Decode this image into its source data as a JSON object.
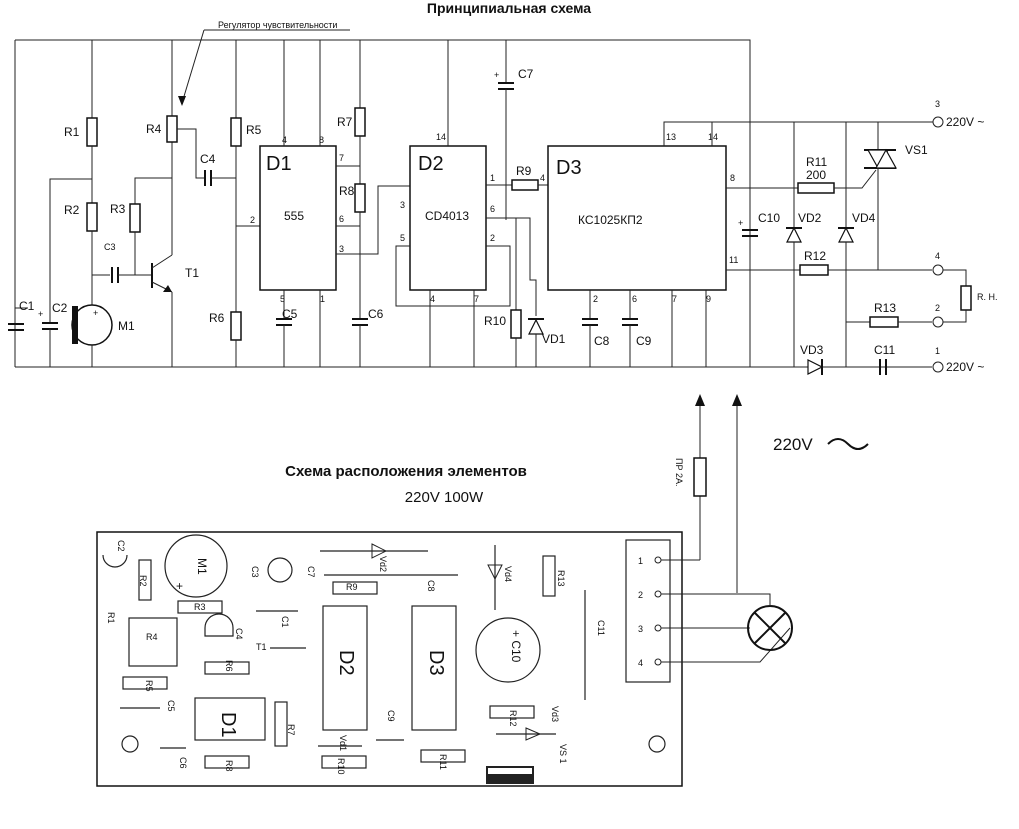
{
  "schematic": {
    "title": "Принципиальная схема",
    "sensitivity_label": "Регулятор чувствительности",
    "parts": {
      "R1": "R1",
      "R2": "R2",
      "R3": "R3",
      "R4": "R4",
      "R5": "R5",
      "R6": "R6",
      "R7": "R7",
      "R8": "R8",
      "R9": "R9",
      "R10": "R10",
      "R11": "R11",
      "R11_value": "200",
      "R12": "R12",
      "R13": "R13",
      "C1": "C1",
      "C2": "C2",
      "C3": "C3",
      "C4": "C4",
      "C5": "C5",
      "C6": "C6",
      "C7": "C7",
      "C8": "C8",
      "C9": "C9",
      "C10": "C10",
      "C11": "C11",
      "M1": "M1",
      "T1": "T1",
      "VS1": "VS1",
      "VD1": "VD1",
      "VD2": "VD2",
      "VD3": "VD3",
      "VD4": "VD4",
      "D1": "D1",
      "D1_type": "555",
      "D2": "D2",
      "D2_type": "CD4013",
      "D3": "D3",
      "D3_type": "КС1025КП2",
      "load": "R. H."
    },
    "terminals": [
      {
        "num": "3",
        "label": "220V ~"
      },
      {
        "num": "4",
        "label": ""
      },
      {
        "num": "2",
        "label": ""
      },
      {
        "num": "1",
        "label": "220V ~"
      }
    ],
    "d1_pins": [
      "4",
      "8",
      "7",
      "2",
      "6",
      "3",
      "5",
      "1"
    ],
    "d2_pins": [
      "14",
      "1",
      "3",
      "6",
      "5",
      "2",
      "4",
      "7"
    ],
    "d3_pins": [
      "4",
      "13",
      "14",
      "8",
      "11",
      "2",
      "6",
      "7",
      "9"
    ]
  },
  "layout": {
    "title": "Схема расположения элементов",
    "subtitle": "220V  100W",
    "mains_label": "220V",
    "fuse_label": "ПР 2А.",
    "connector_pins": [
      "1",
      "2",
      "3",
      "4"
    ],
    "labels": {
      "C2": "C2",
      "R2": "R2",
      "M1": "M1",
      "C3": "C3",
      "C7": "C7",
      "Vd2": "Vd2",
      "C8": "C8",
      "Vd4": "Vd4",
      "R13": "R13",
      "R1": "R1",
      "R9": "R9",
      "R3": "R3",
      "C1": "C1",
      "R4": "R4",
      "C4": "C4",
      "T1": "T1",
      "R6": "R6",
      "D2": "D2",
      "D3": "D3",
      "C10": "+ C10",
      "C11": "C11",
      "R5": "R5",
      "C5": "C5",
      "D1": "D1",
      "R7": "R7",
      "C9": "C9",
      "R12": "R12",
      "Vd3": "Vd3",
      "Vd1": "Vd1",
      "C6": "C6",
      "R8": "R8",
      "R10": "R10",
      "R11": "R11",
      "VS1": "VS 1"
    }
  }
}
